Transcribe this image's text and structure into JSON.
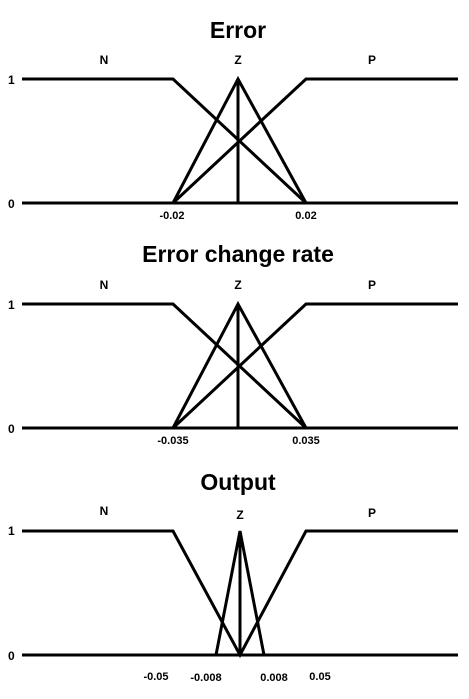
{
  "panels": [
    {
      "id": "error",
      "title": "Error",
      "y_labels": [
        "1",
        "0"
      ],
      "sets": [
        "N",
        "Z",
        "P"
      ],
      "ticks": [
        {
          "label": "-0.02",
          "value": -0.02
        },
        {
          "label": "0.02",
          "value": 0.02
        }
      ]
    },
    {
      "id": "error-change-rate",
      "title": "Error change rate",
      "y_labels": [
        "1",
        "0"
      ],
      "sets": [
        "N",
        "Z",
        "P"
      ],
      "ticks": [
        {
          "label": "-0.035",
          "value": -0.035
        },
        {
          "label": "0.035",
          "value": 0.035
        }
      ]
    },
    {
      "id": "output",
      "title": "Output",
      "y_labels": [
        "1",
        "0"
      ],
      "sets": [
        "N",
        "Z",
        "P"
      ],
      "ticks": [
        {
          "label": "-0.05",
          "value": -0.05
        },
        {
          "label": "-0.008",
          "value": -0.008
        },
        {
          "label": "0.008",
          "value": 0.008
        },
        {
          "label": "0.05",
          "value": 0.05
        }
      ]
    }
  ]
}
